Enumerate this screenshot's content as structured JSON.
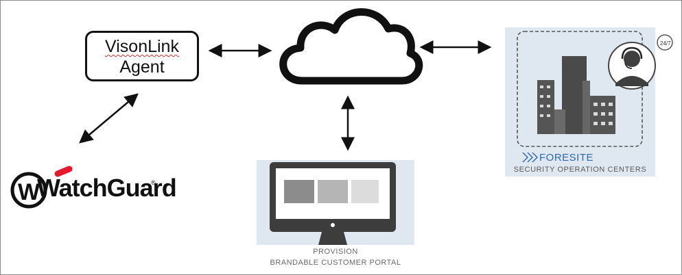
{
  "agent": {
    "line1": "VisonLink",
    "line2": "Agent"
  },
  "watchguard": {
    "logo_text": "WatchGuard",
    "trademark": "®",
    "brand_colors": {
      "dark": "#111111",
      "accent": "#e8182c"
    }
  },
  "portal": {
    "line1": "PROVISION",
    "line2": "BRANDABLE CUSTOMER PORTAL"
  },
  "soc": {
    "brand": "FORESITE",
    "caption": "SECURITY OPERATION CENTERS",
    "badge": "24/7",
    "brand_color": "#2f67b1"
  },
  "icons": [
    "cloud-icon",
    "monitor-icon",
    "buildings-icon",
    "support-agent-icon",
    "bidirectional-arrow-icon"
  ],
  "colors": {
    "panel_bg": "#dfe7f1",
    "line": "#111111"
  }
}
